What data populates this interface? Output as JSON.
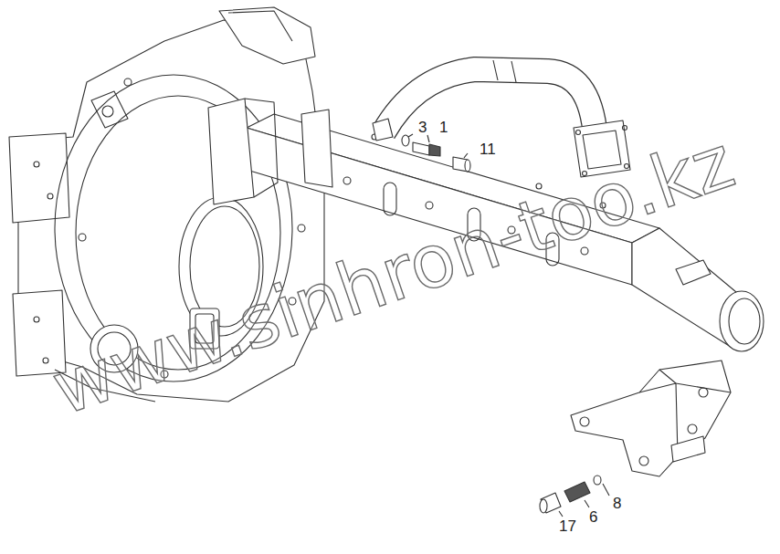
{
  "diagram": {
    "labels": [
      "3",
      "1",
      "11",
      "17",
      "6",
      "8",
      "www.sinhron-too.kz"
    ]
  }
}
